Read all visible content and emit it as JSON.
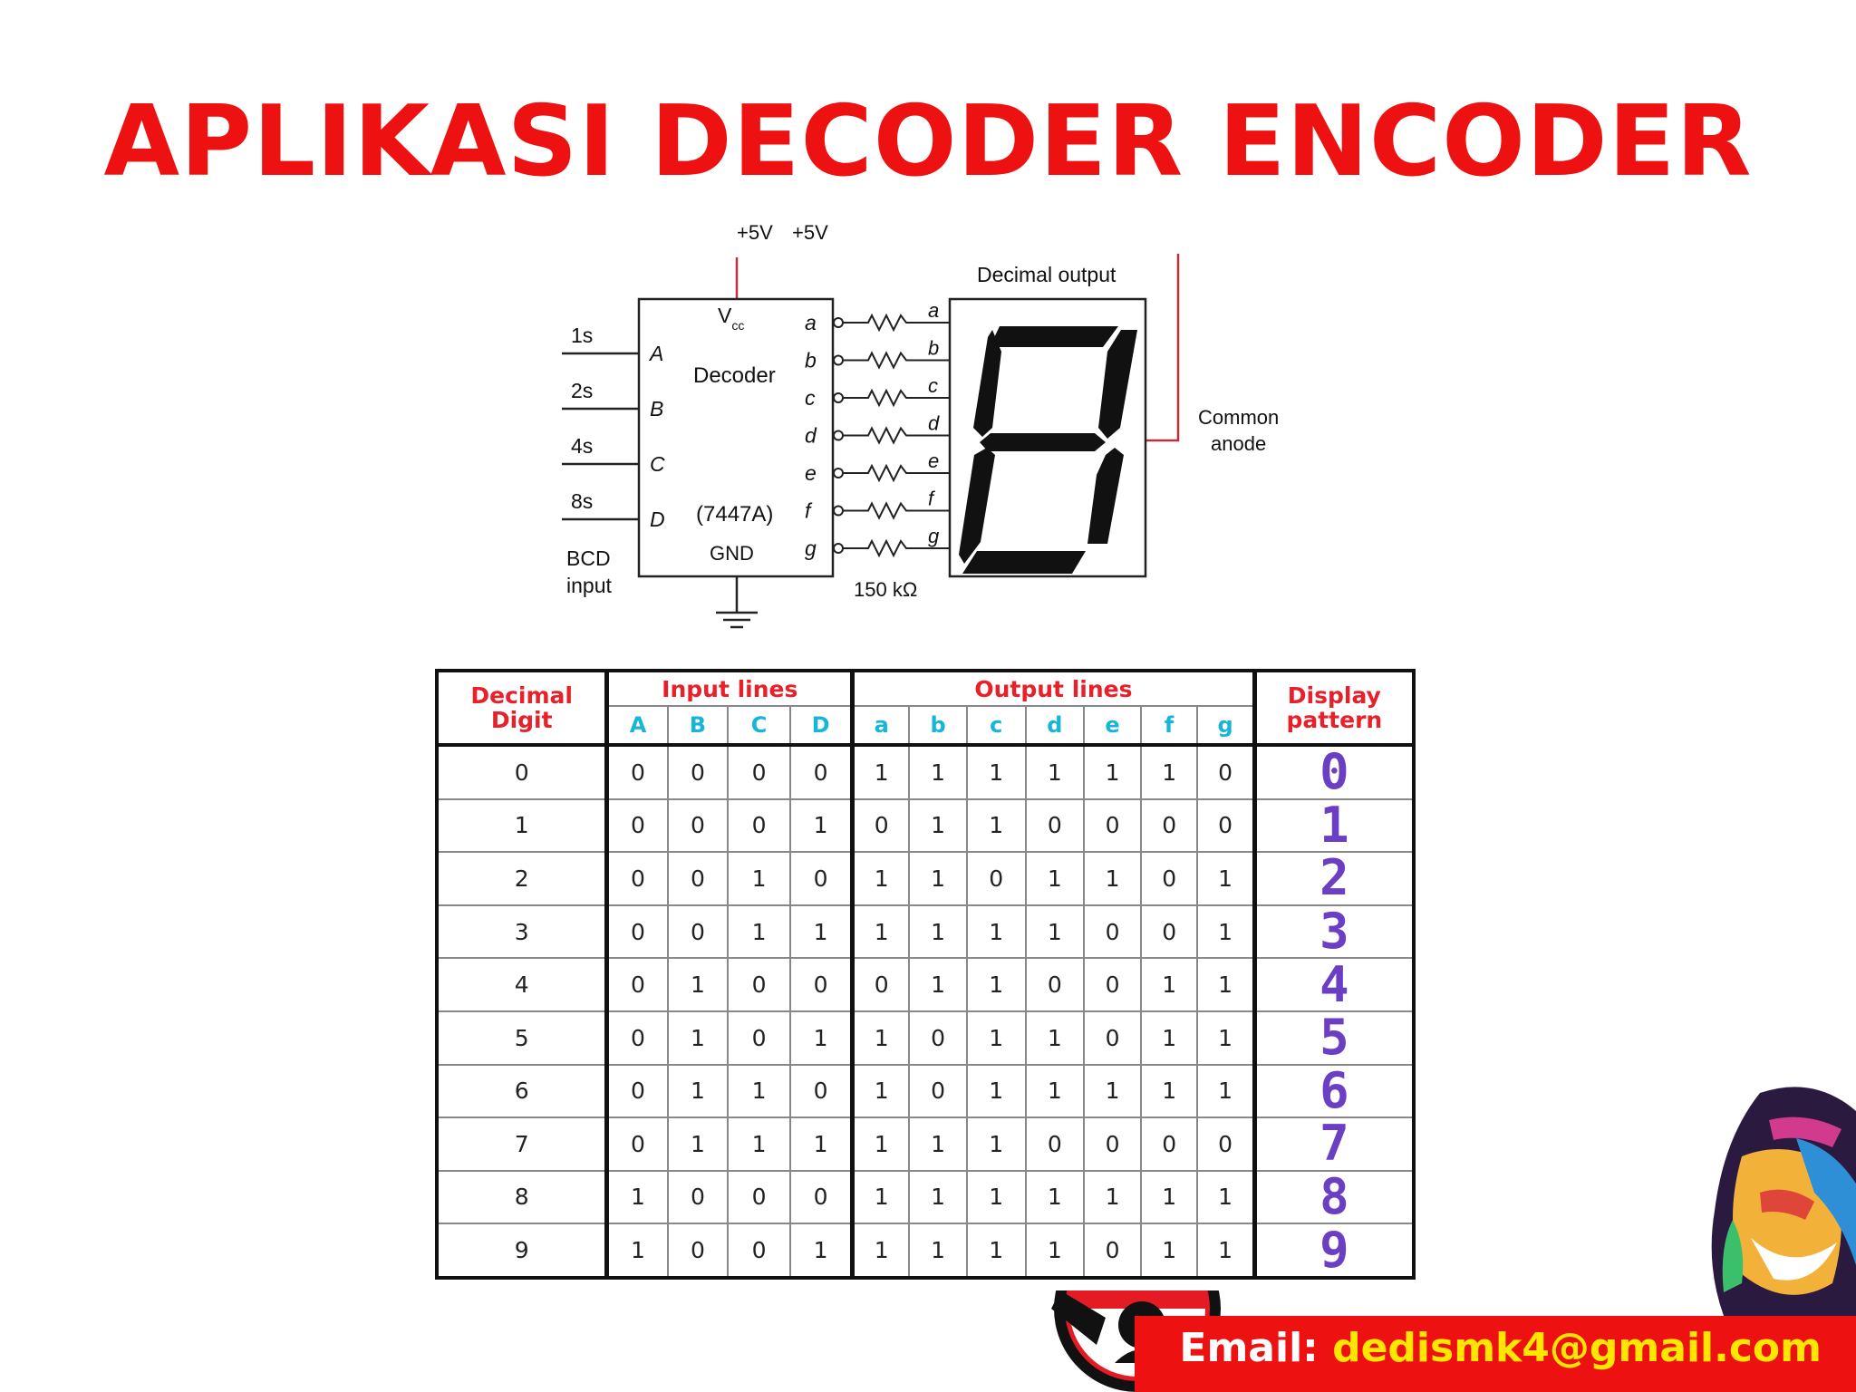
{
  "title": "APLIKASI DECODER ENCODER",
  "schematic": {
    "vcc_left": "+5V",
    "vcc_right": "+5V",
    "vcc_pin": "V",
    "vcc_sub": "cc",
    "chip_name": "Decoder",
    "chip_part": "(7447A)",
    "gnd": "GND",
    "inputs": [
      {
        "weight": "1s",
        "pin": "A"
      },
      {
        "weight": "2s",
        "pin": "B"
      },
      {
        "weight": "4s",
        "pin": "C"
      },
      {
        "weight": "8s",
        "pin": "D"
      }
    ],
    "bcd_label_1": "BCD",
    "bcd_label_2": "input",
    "outputs": [
      "a",
      "b",
      "c",
      "d",
      "e",
      "f",
      "g"
    ],
    "resistor_label": "150 kΩ",
    "display_title": "Decimal output",
    "anode_label_1": "Common",
    "anode_label_2": "anode"
  },
  "table": {
    "header_decimal_1": "Decimal",
    "header_decimal_2": "Digit",
    "header_inputs": "Input lines",
    "header_outputs": "Output lines",
    "header_display_1": "Display",
    "header_display_2": "pattern",
    "input_cols": [
      "A",
      "B",
      "C",
      "D"
    ],
    "output_cols": [
      "a",
      "b",
      "c",
      "d",
      "e",
      "f",
      "g"
    ],
    "rows": [
      {
        "digit": "0",
        "inputs": [
          "0",
          "0",
          "0",
          "0"
        ],
        "outputs": [
          "1",
          "1",
          "1",
          "1",
          "1",
          "1",
          "0"
        ],
        "pattern": "0"
      },
      {
        "digit": "1",
        "inputs": [
          "0",
          "0",
          "0",
          "1"
        ],
        "outputs": [
          "0",
          "1",
          "1",
          "0",
          "0",
          "0",
          "0"
        ],
        "pattern": "1"
      },
      {
        "digit": "2",
        "inputs": [
          "0",
          "0",
          "1",
          "0"
        ],
        "outputs": [
          "1",
          "1",
          "0",
          "1",
          "1",
          "0",
          "1"
        ],
        "pattern": "2"
      },
      {
        "digit": "3",
        "inputs": [
          "0",
          "0",
          "1",
          "1"
        ],
        "outputs": [
          "1",
          "1",
          "1",
          "1",
          "0",
          "0",
          "1"
        ],
        "pattern": "3"
      },
      {
        "digit": "4",
        "inputs": [
          "0",
          "1",
          "0",
          "0"
        ],
        "outputs": [
          "0",
          "1",
          "1",
          "0",
          "0",
          "1",
          "1"
        ],
        "pattern": "4"
      },
      {
        "digit": "5",
        "inputs": [
          "0",
          "1",
          "0",
          "1"
        ],
        "outputs": [
          "1",
          "0",
          "1",
          "1",
          "0",
          "1",
          "1"
        ],
        "pattern": "5"
      },
      {
        "digit": "6",
        "inputs": [
          "0",
          "1",
          "1",
          "0"
        ],
        "outputs": [
          "1",
          "0",
          "1",
          "1",
          "1",
          "1",
          "1"
        ],
        "pattern": "6"
      },
      {
        "digit": "7",
        "inputs": [
          "0",
          "1",
          "1",
          "1"
        ],
        "outputs": [
          "1",
          "1",
          "1",
          "0",
          "0",
          "0",
          "0"
        ],
        "pattern": "7"
      },
      {
        "digit": "8",
        "inputs": [
          "1",
          "0",
          "0",
          "0"
        ],
        "outputs": [
          "1",
          "1",
          "1",
          "1",
          "1",
          "1",
          "1"
        ],
        "pattern": "8"
      },
      {
        "digit": "9",
        "inputs": [
          "1",
          "0",
          "0",
          "1"
        ],
        "outputs": [
          "1",
          "1",
          "1",
          "1",
          "0",
          "1",
          "1"
        ],
        "pattern": "9"
      }
    ]
  },
  "footer": {
    "email_label": "Email:",
    "email_address": "dedismk4@gmail.com"
  },
  "colors": {
    "title": "#ee1111",
    "table_header": "#e8202a",
    "table_subheader": "#17b5d8",
    "display_pattern": "#6a3fc4",
    "footer_bar": "#ee1111",
    "footer_address": "#ffe600"
  }
}
